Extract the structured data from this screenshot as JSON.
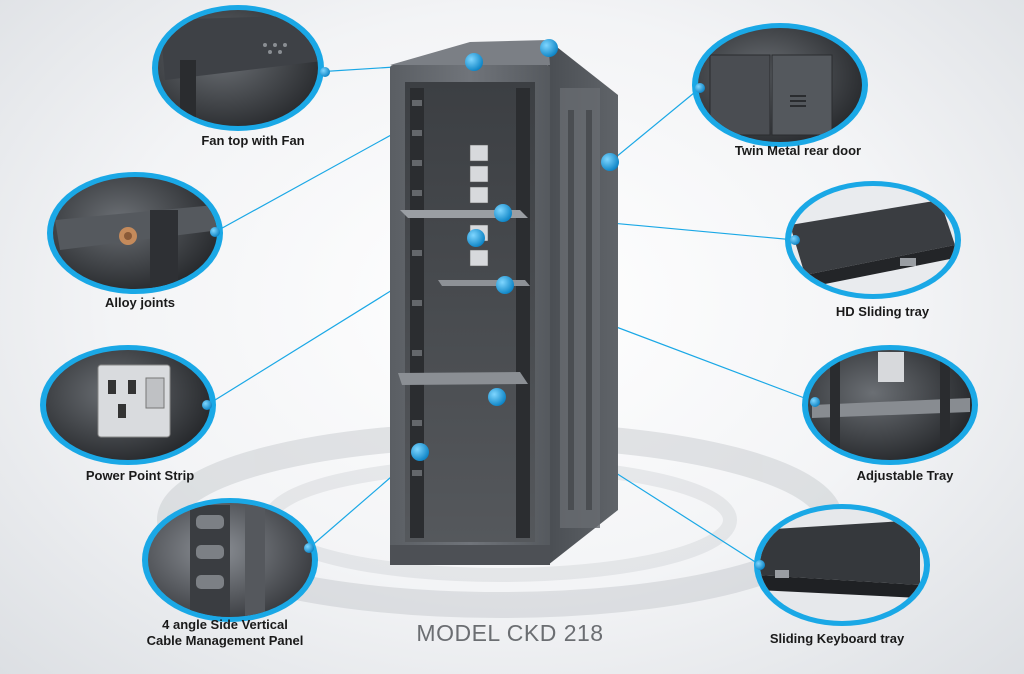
{
  "model_label": "MODEL CKD 218",
  "accent_color": "#1aa8e6",
  "callouts": {
    "fan_top": "Fan top with Fan",
    "alloy_joints": "Alloy joints",
    "power_point_strip": "Power Point Strip",
    "cable_management_line1": "4 angle Side Vertical",
    "cable_management_line2": "Cable Management Panel",
    "twin_rear_door": "Twin Metal rear door",
    "hd_sliding_tray": "HD Sliding tray",
    "adjustable_tray": "Adjustable Tray",
    "sliding_keyboard_tray": "Sliding Keyboard tray"
  }
}
